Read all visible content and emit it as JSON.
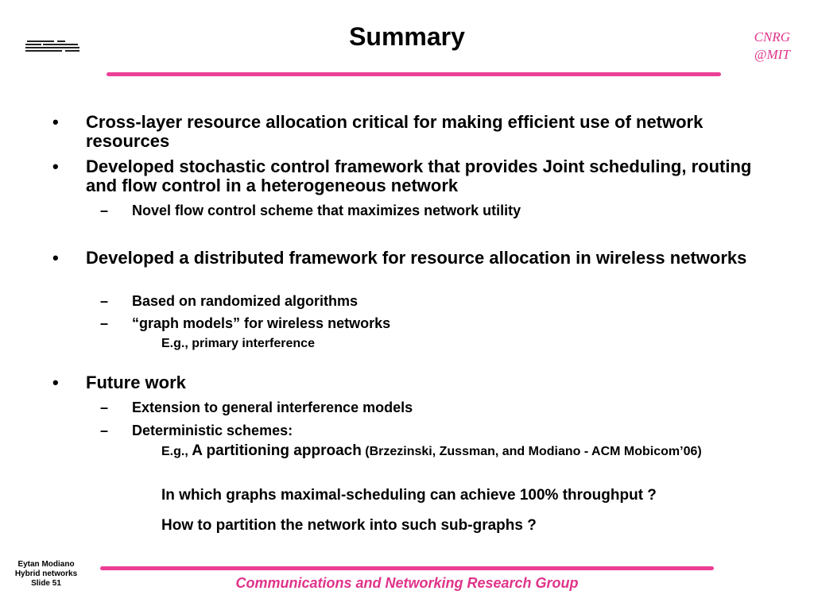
{
  "title": "Summary",
  "corner_logo": {
    "line1": "CNRG",
    "line2": "@MIT"
  },
  "accent_color": "#ec3f95",
  "bullets": [
    {
      "text": "Cross-layer resource allocation critical for making efficient use of network resources"
    },
    {
      "text": "Developed stochastic control framework that provides Joint scheduling, routing and flow control in a heterogeneous network",
      "subs": [
        "Novel flow control scheme that maximizes network utility"
      ]
    },
    {
      "text": "Developed a distributed framework for resource allocation in wireless networks",
      "subs": [
        "Based on randomized algorithms",
        "“graph models” for wireless networks"
      ],
      "sub3": "E.g., primary interference"
    },
    {
      "text": "Future work",
      "subs": [
        "Extension to general interference models",
        "Deterministic schemes:"
      ],
      "sub3": {
        "eg_prefix": "E.g.,",
        "eg_main": "A partitioning approach",
        "eg_cite": "(Brzezinski, Zussman, and Modiano - ACM Mobicom’06)",
        "q1": "In which graphs maximal-scheduling can achieve 100% throughput ?",
        "q2": "How to partition the network into such sub-graphs ?"
      }
    }
  ],
  "footer": {
    "author": "Eytan Modiano",
    "topic": "Hybrid networks",
    "slide": "Slide 51",
    "group": "Communications and Networking Research Group"
  }
}
